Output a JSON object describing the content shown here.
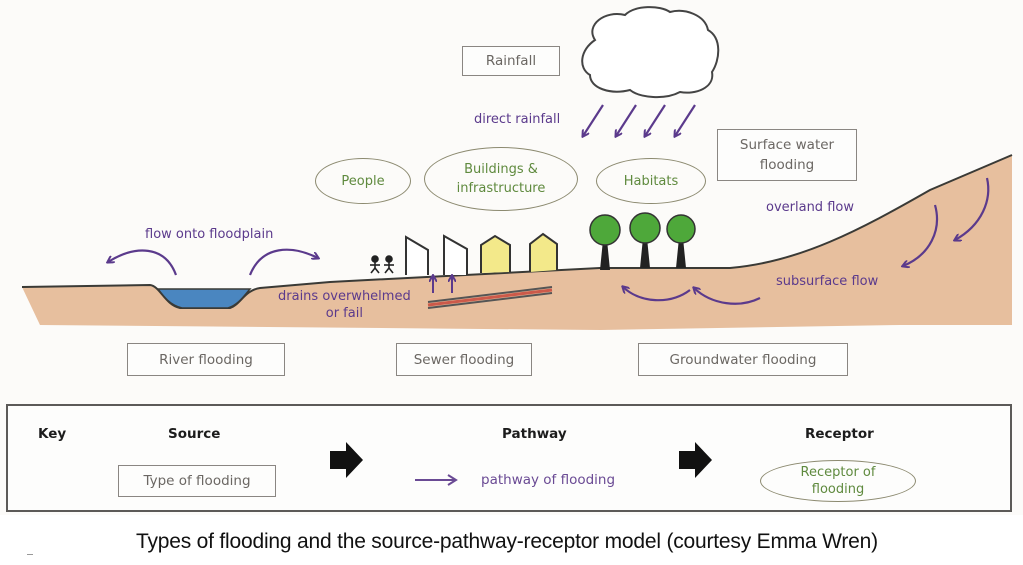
{
  "diagram": {
    "source_boxes": {
      "rainfall": "Rainfall",
      "surface_water": [
        "Surface water",
        "flooding"
      ],
      "river": "River flooding",
      "sewer": "Sewer flooding",
      "groundwater": "Groundwater flooding"
    },
    "receptors": {
      "people": "People",
      "buildings": [
        "Buildings &",
        "infrastructure"
      ],
      "habitats": "Habitats"
    },
    "pathways": {
      "direct_rainfall": "direct rainfall",
      "flow_floodplain": "flow onto floodplain",
      "overland_flow": "overland flow",
      "subsurface_flow": "subsurface flow",
      "drains": [
        "drains overwhelmed",
        "or fail"
      ]
    }
  },
  "key": {
    "title": "Key",
    "source_heading": "Source",
    "source_example": "Type of flooding",
    "pathway_heading": "Pathway",
    "pathway_example": "pathway of flooding",
    "receptor_heading": "Receptor",
    "receptor_example": [
      "Receptor of",
      "flooding"
    ]
  },
  "colors": {
    "pathway_purple": "#5b3a8c",
    "receptor_green": "#5f8a3e",
    "soil": "#e3b48e",
    "water": "#4a86c0",
    "tree": "#4ea83a",
    "house_yellow": "#f3e98a"
  },
  "caption": "Types of flooding and the source-pathway-receptor model (courtesy Emma Wren)"
}
